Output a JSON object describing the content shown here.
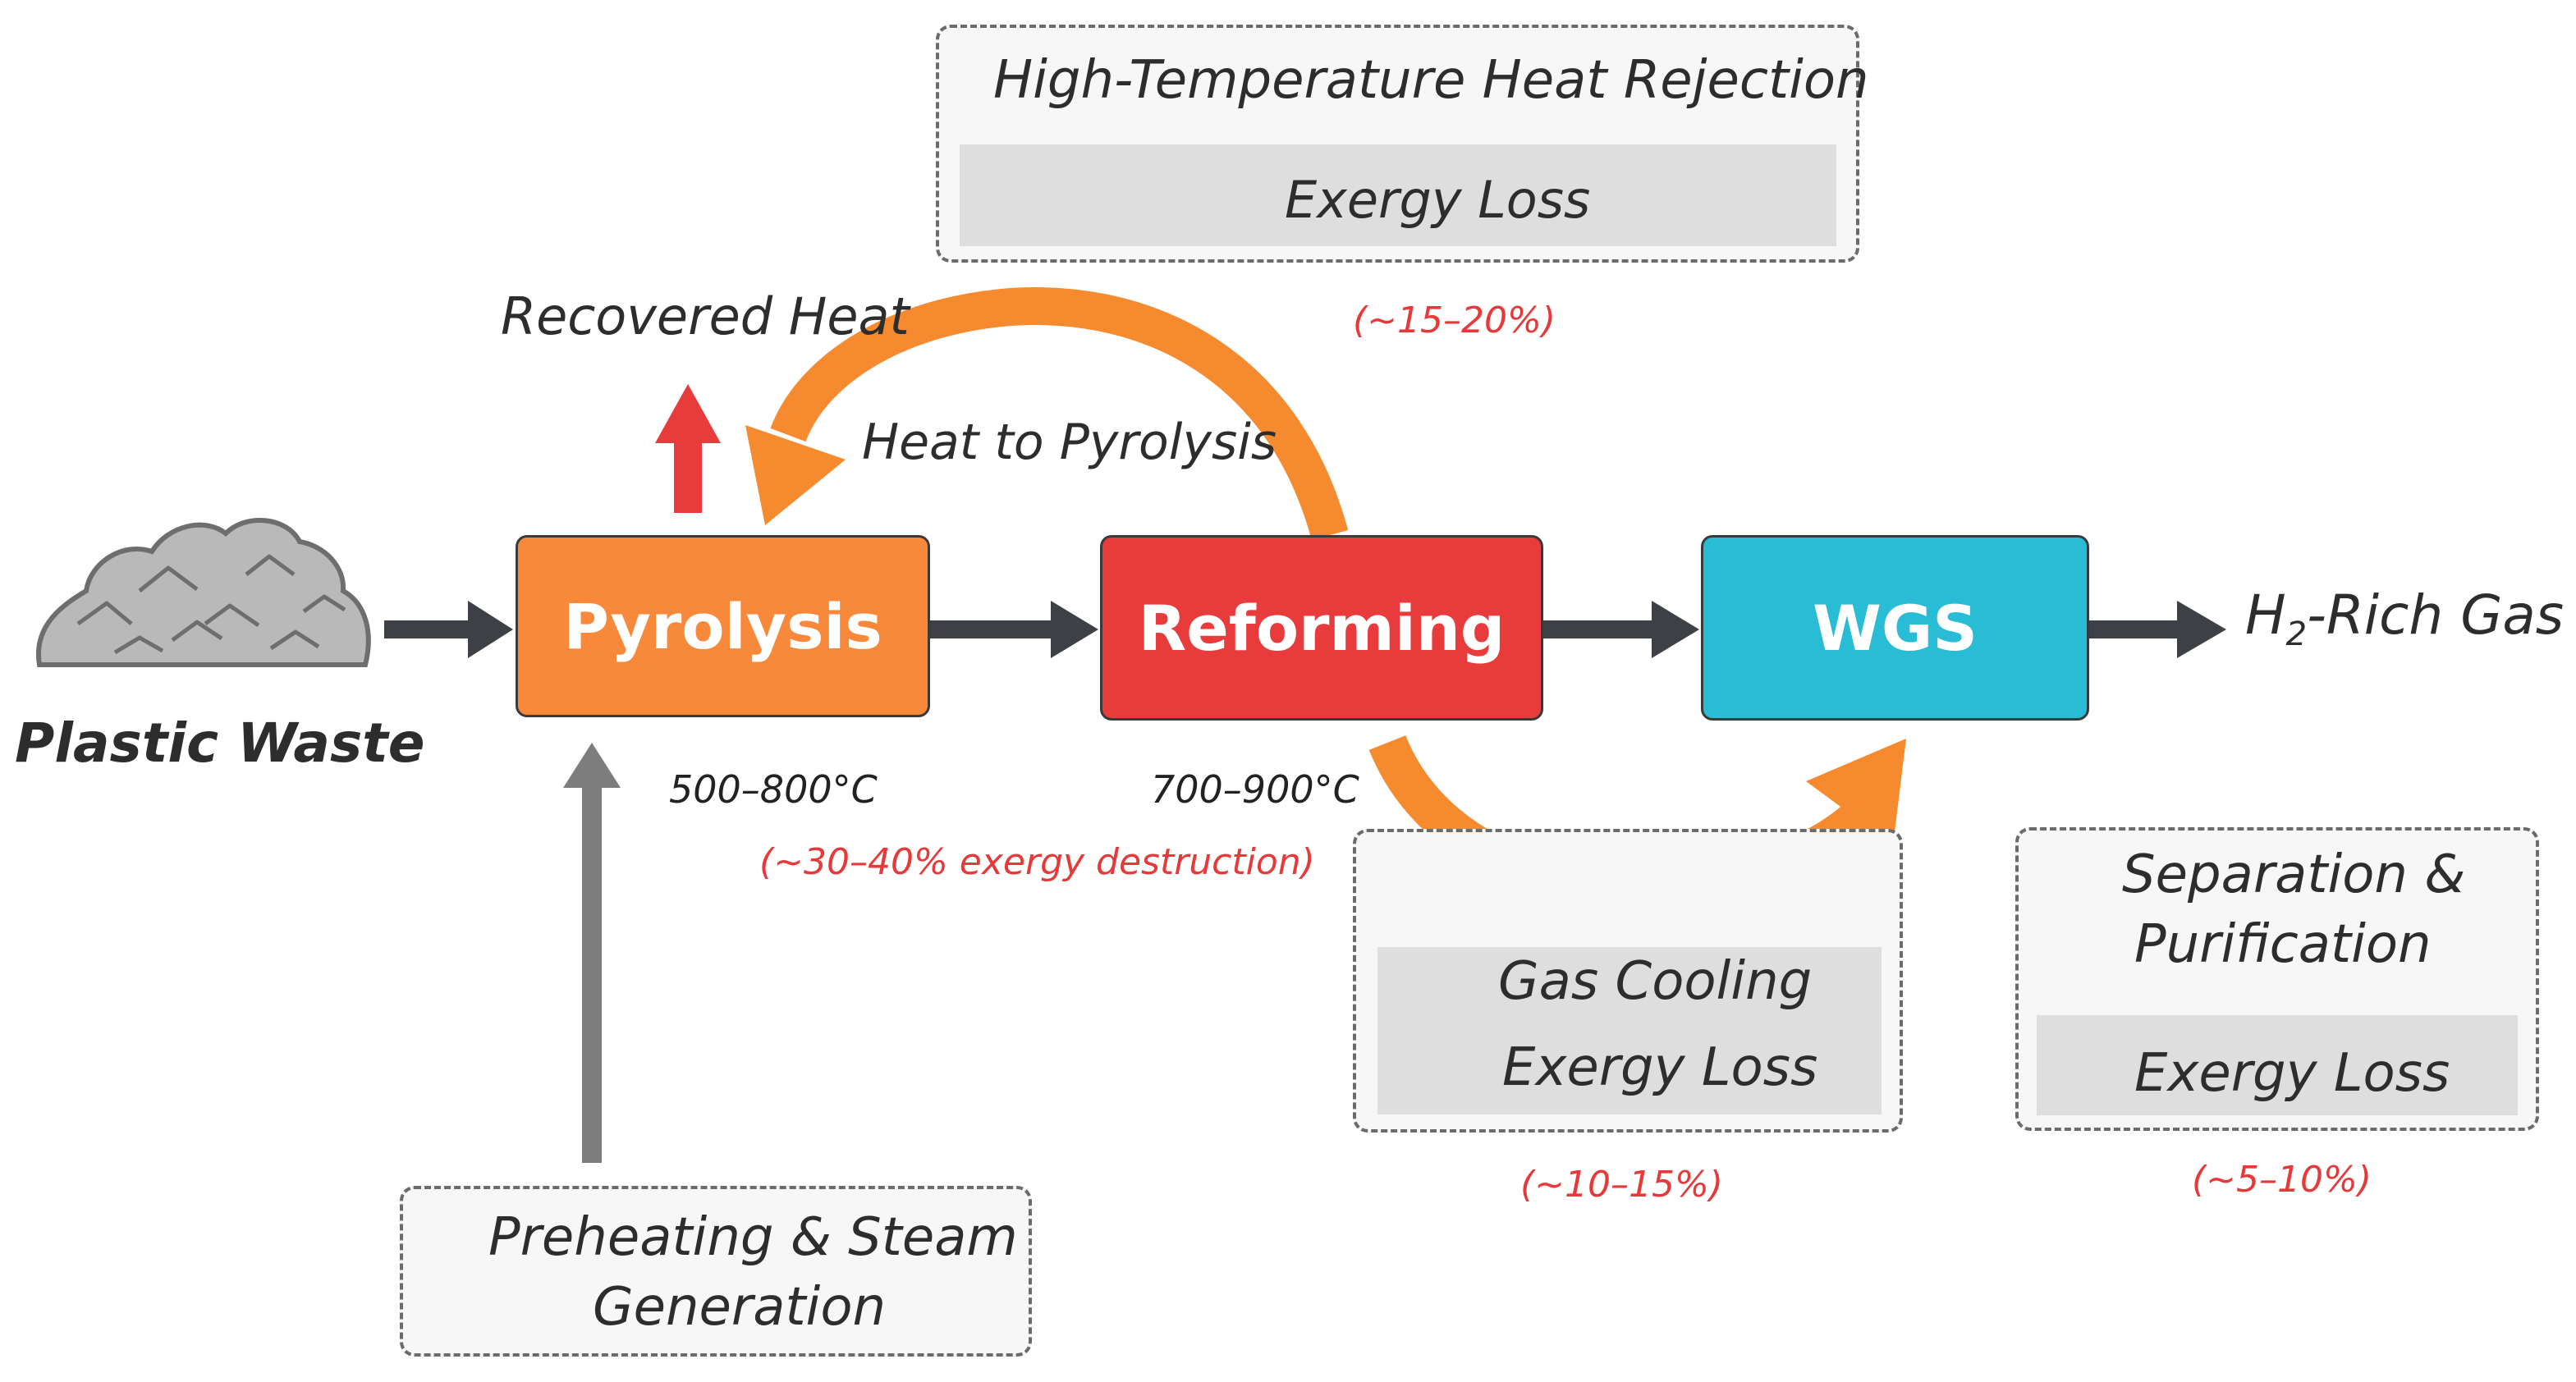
{
  "title_box": {
    "heading": "High-Temperature Heat Rejection",
    "band": "Exergy Loss",
    "percent": "(~15–20%)"
  },
  "recovered_heat": "Recovered Heat",
  "heat_to_pyrolysis": "Heat to Pyrolysis",
  "feed": {
    "label": "Plastic Waste"
  },
  "processes": {
    "pyrolysis": {
      "label": "Pyrolysis",
      "temp": "500–800°C",
      "color": "#f8883a"
    },
    "reforming": {
      "label": "Reforming",
      "temp": "700–900°C",
      "color": "#e83b3b"
    },
    "wgs": {
      "label": "WGS",
      "color": "#29bcd5"
    }
  },
  "reforming_destruction": "(~30–40% exergy destruction)",
  "product": {
    "prefix": "H",
    "subscript": "2",
    "suffix": "-Rich Gas"
  },
  "gas_cooling_box": {
    "line1": "Gas Cooling",
    "line2": "Exergy Loss",
    "percent": "(~10–15%)"
  },
  "separation_box": {
    "line1": "Separation &",
    "line2": "Purification",
    "band": "Exergy Loss",
    "percent": "(~5–10%)"
  },
  "preheating_box": {
    "line1": "Preheating & Steam",
    "line2": "Generation"
  },
  "colors": {
    "orange_arrow": "#f68a2e",
    "red_arrow": "#e83b3b",
    "dark_arrow": "#3d4145",
    "grey_arrow": "#7d7d7d"
  }
}
